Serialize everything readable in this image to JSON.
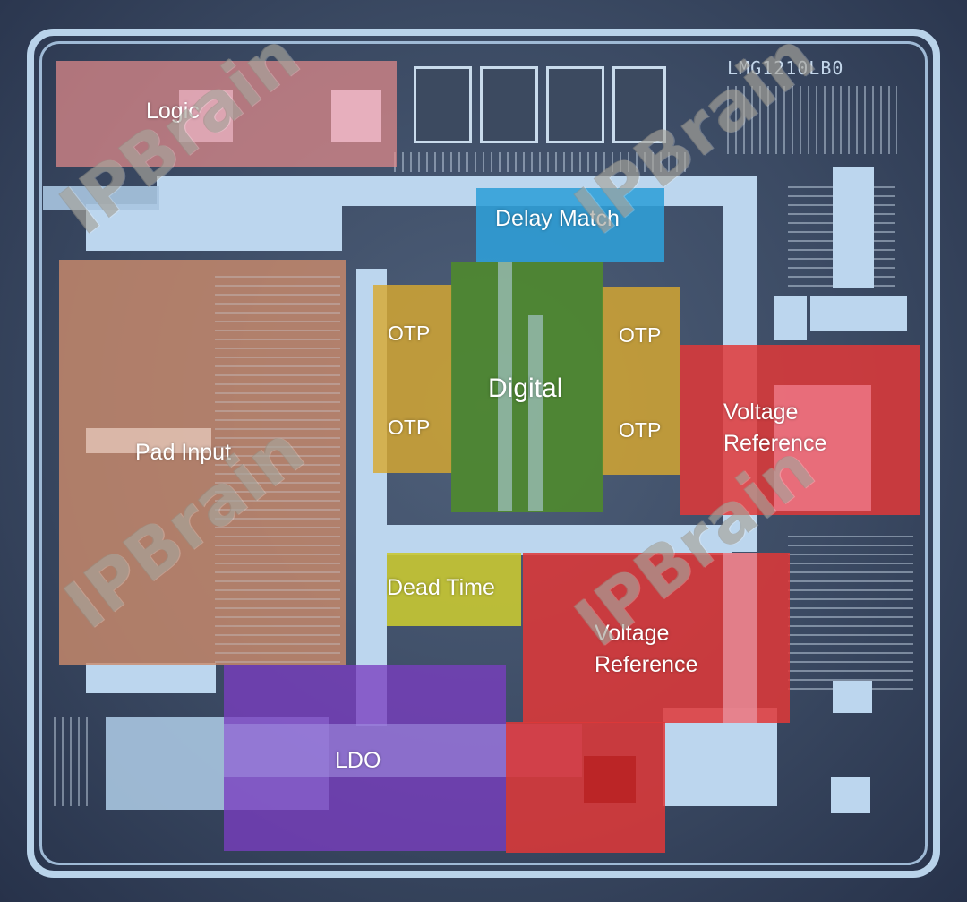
{
  "die_marking": "LMG1210LB0",
  "watermark": "IPBrain",
  "colors": {
    "logic": "#e28a8a",
    "pad_input": "#c98a6b",
    "delay_match": "#2f9fd8",
    "otp": "#d8a830",
    "digital": "#4f8a2e",
    "voltage_reference": "#e03838",
    "dead_time": "#c8c832",
    "ldo": "#7a3ec0"
  },
  "regions": {
    "logic": "Logic",
    "pad_input": "Pad Input",
    "delay_match": "Delay Match",
    "otp_top_left": "OTP",
    "otp_bottom_left": "OTP",
    "otp_top_right": "OTP",
    "otp_bottom_right": "OTP",
    "digital": "Digital",
    "voltage_reference_right_line1": "Voltage",
    "voltage_reference_right_line2": "Reference",
    "dead_time": "Dead Time",
    "voltage_reference_center_line1": "Voltage",
    "voltage_reference_center_line2": "Reference",
    "ldo": "LDO"
  }
}
